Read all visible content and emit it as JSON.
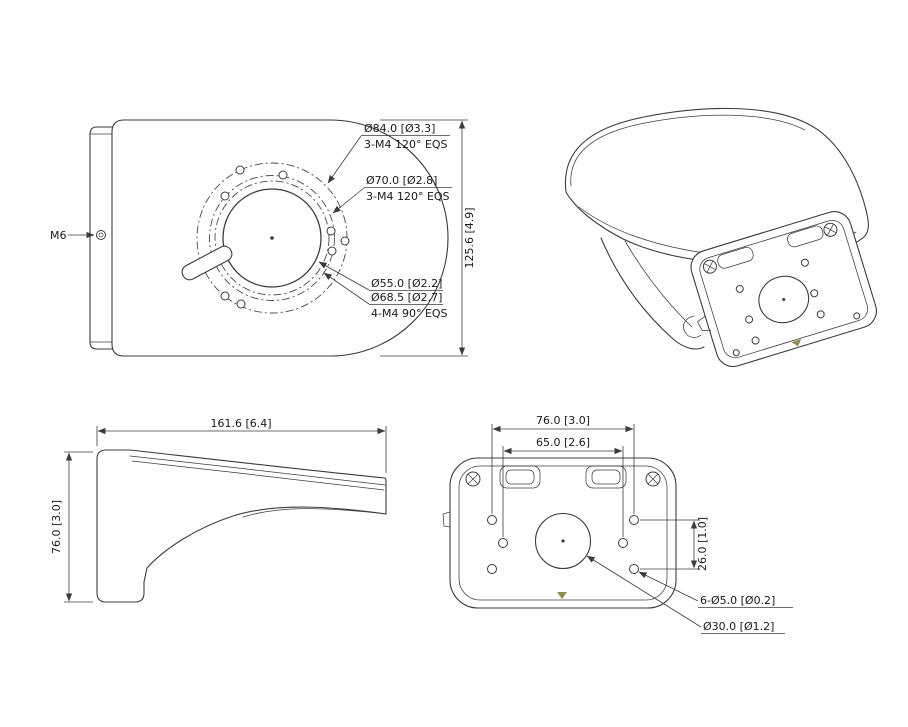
{
  "meta": {
    "background": "#ffffff",
    "line_color": "#3c3c3c",
    "text_color": "#1a1a1a",
    "accent_mark_color": "#8f8f3e"
  },
  "front_view": {
    "label_m6": "M6",
    "dim_height": "125.6 [4.9]",
    "callout_84_line1": "Ø84.0 [Ø3.3]",
    "callout_84_line2": "3-M4 120° EQS",
    "callout_70_line1": "Ø70.0 [Ø2.8]",
    "callout_70_line2": "3-M4 120° EQS",
    "callout_55": "Ø55.0 [Ø2.2]",
    "callout_685_line1": "Ø68.5 [Ø2.7]",
    "callout_685_line2": "4-M4 90° EQS"
  },
  "side_view": {
    "dim_length": "161.6 [6.4]",
    "dim_height": "76.0 [3.0]"
  },
  "back_view": {
    "dim_width_outer": "76.0 [3.0]",
    "dim_width_inner": "65.0 [2.6]",
    "dim_spacing": "26.0 [1.0]",
    "callout_holes": "6-Ø5.0 [Ø0.2]",
    "callout_center_hole": "Ø30.0 [Ø1.2]"
  }
}
